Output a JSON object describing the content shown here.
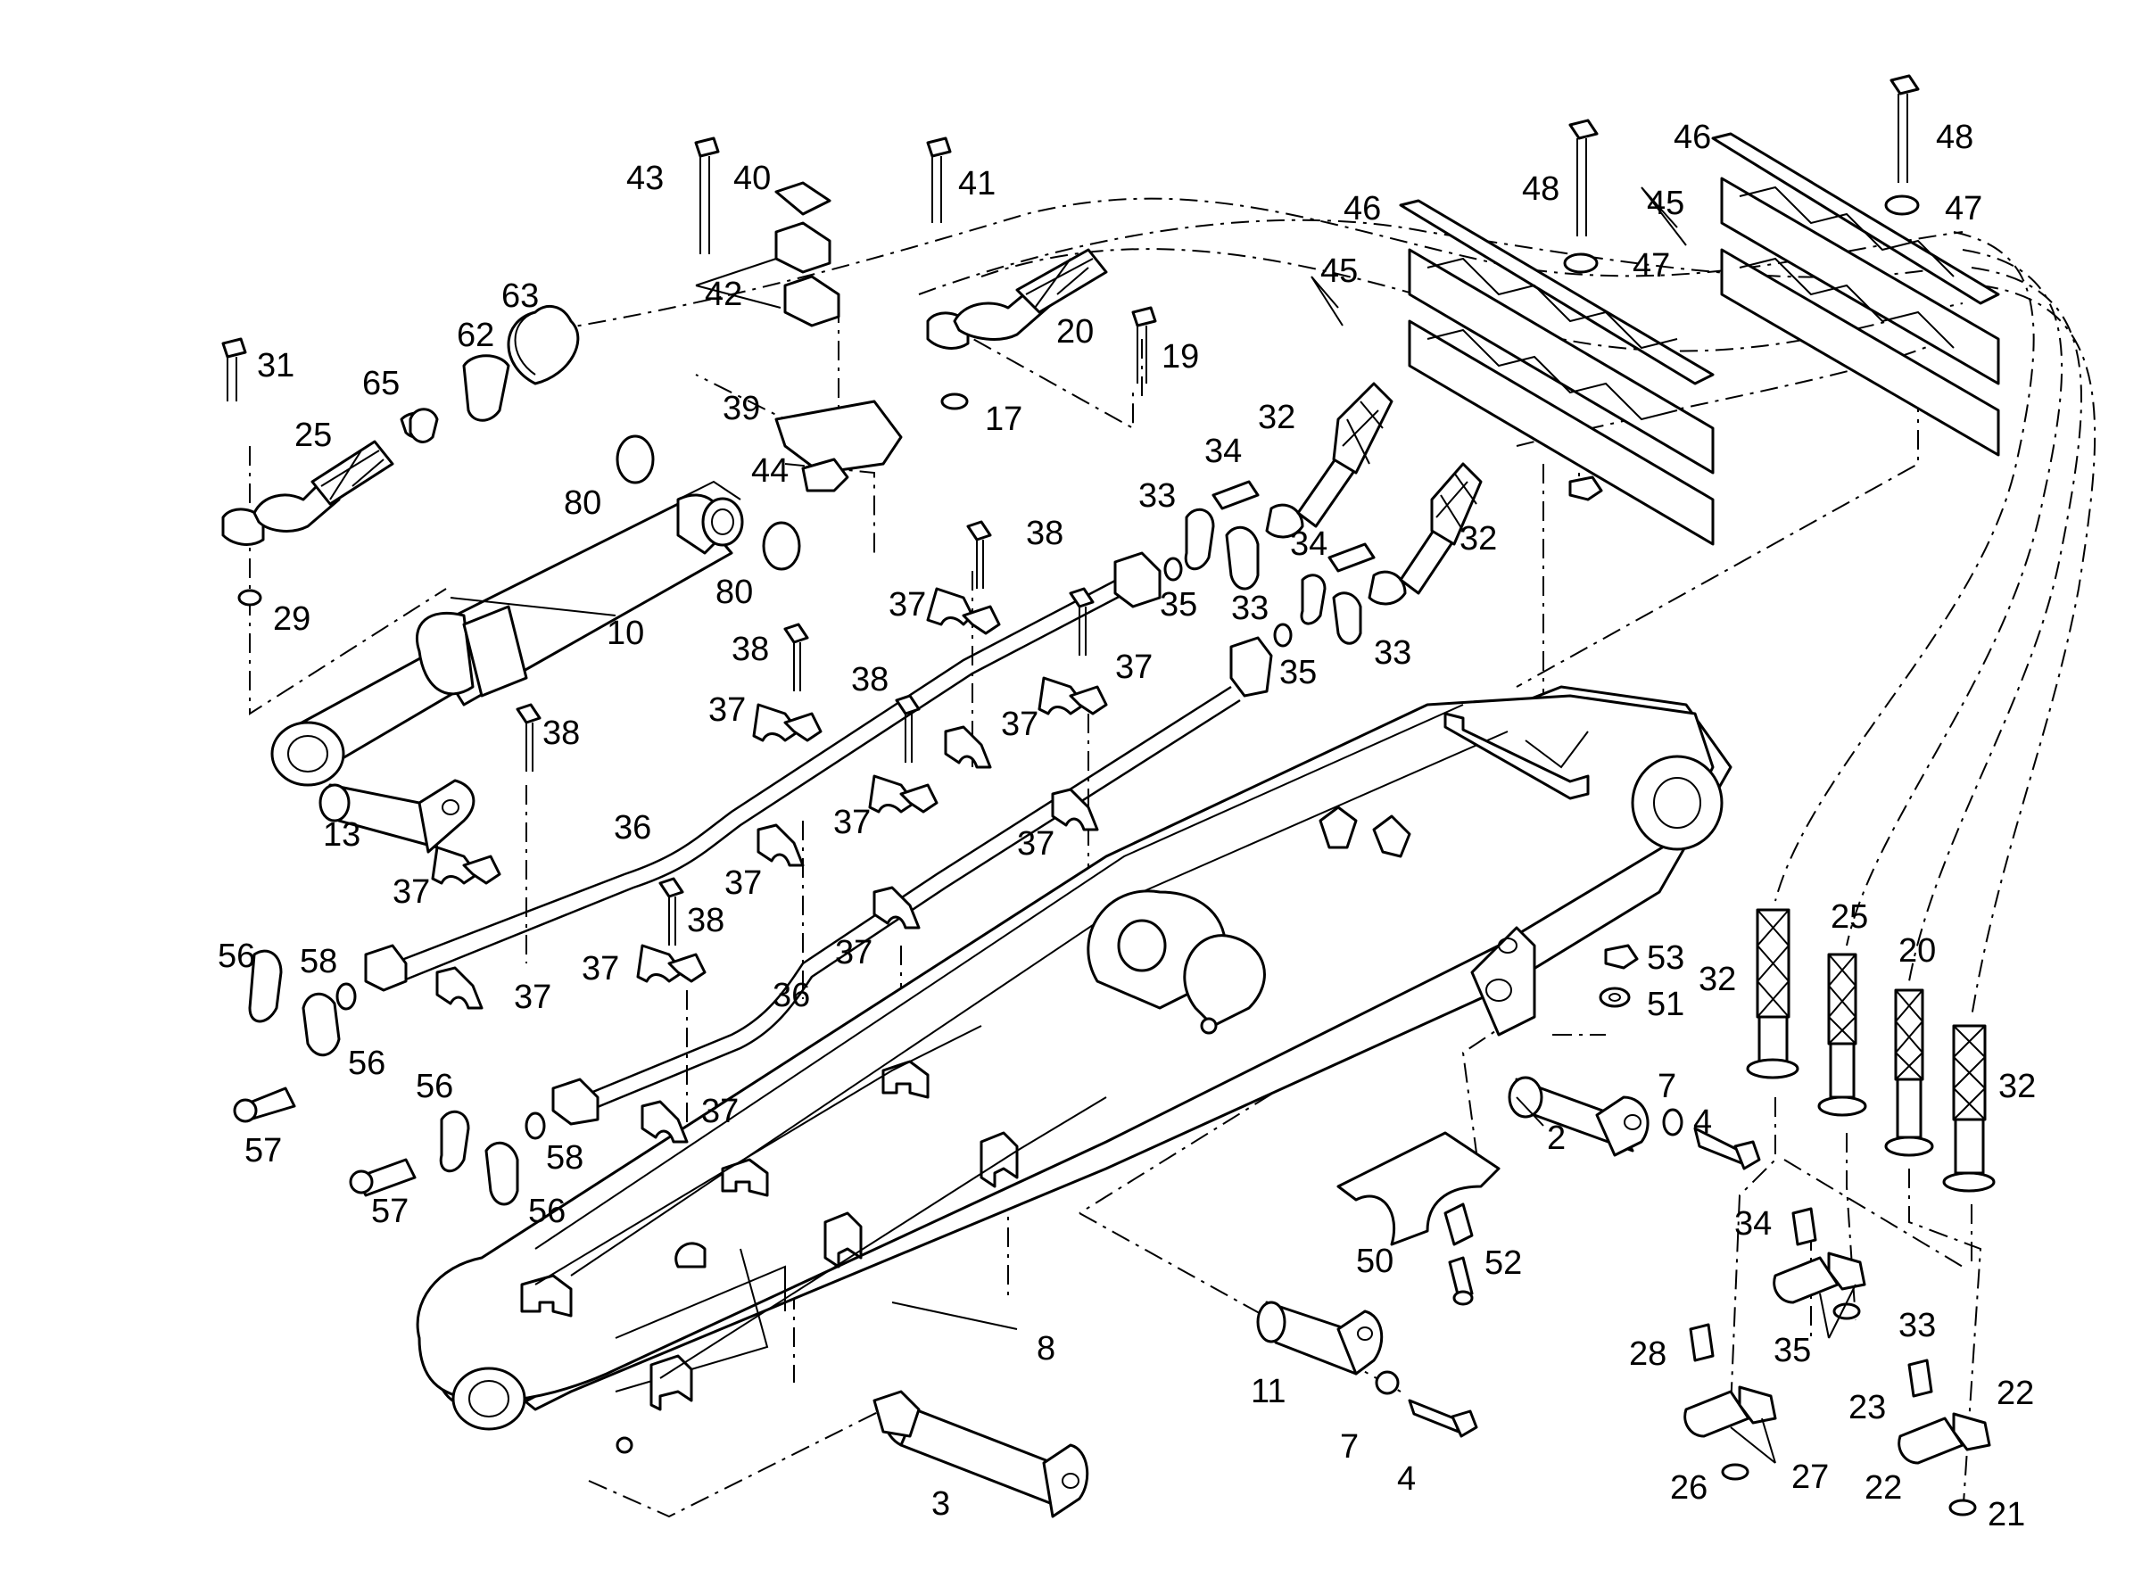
{
  "diagram": {
    "callouts": {
      "c2": "2",
      "c3": "3",
      "c4a": "4",
      "c4b": "4",
      "c7a": "7",
      "c7b": "7",
      "c8": "8",
      "c10": "10",
      "c11": "11",
      "c13": "13",
      "c17": "17",
      "c19": "19",
      "c20a": "20",
      "c20b": "20",
      "c21": "21",
      "c22a": "22",
      "c22b": "22",
      "c23": "23",
      "c25a": "25",
      "c25b": "25",
      "c26": "26",
      "c27": "27",
      "c28": "28",
      "c29": "29",
      "c31": "31",
      "c32a": "32",
      "c32b": "32",
      "c32c": "32",
      "c32d": "32",
      "c33a": "33",
      "c33b": "33",
      "c33c": "33",
      "c33d": "33",
      "c34a": "34",
      "c34b": "34",
      "c34c": "34",
      "c35a": "35",
      "c35b": "35",
      "c35c": "35",
      "c36a": "36",
      "c36b": "36",
      "c37a": "37",
      "c37b": "37",
      "c37c": "37",
      "c37d": "37",
      "c37e": "37",
      "c37f": "37",
      "c37g": "37",
      "c37h": "37",
      "c37i": "37",
      "c37j": "37",
      "c37k": "37",
      "c37l": "37",
      "c38a": "38",
      "c38b": "38",
      "c38c": "38",
      "c38d": "38",
      "c38e": "38",
      "c39": "39",
      "c40": "40",
      "c41": "41",
      "c42": "42",
      "c43": "43",
      "c44": "44",
      "c45a": "45",
      "c45b": "45",
      "c46a": "46",
      "c46b": "46",
      "c47a": "47",
      "c47b": "47",
      "c48a": "48",
      "c48b": "48",
      "c50": "50",
      "c51": "51",
      "c52": "52",
      "c53": "53",
      "c56a": "56",
      "c56b": "56",
      "c56c": "56",
      "c56d": "56",
      "c57a": "57",
      "c57b": "57",
      "c58a": "58",
      "c58b": "58",
      "c62": "62",
      "c63": "63",
      "c65": "65",
      "c80a": "80",
      "c80b": "80"
    }
  }
}
